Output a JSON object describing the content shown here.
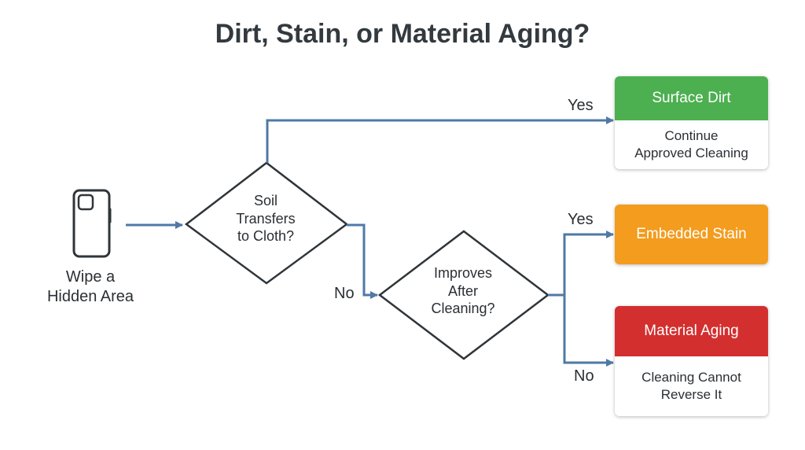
{
  "title": "Dirt, Stain, or Material Aging?",
  "start": {
    "icon": "phone-icon",
    "label_line1": "Wipe a",
    "label_line2": "Hidden Area"
  },
  "decision1": {
    "line1": "Soil",
    "line2": "Transfers",
    "line3": "to Cloth?"
  },
  "decision2": {
    "line1": "Improves",
    "line2": "After",
    "line3": "Cleaning?"
  },
  "edges": {
    "d1_yes": "Yes",
    "d1_no": "No",
    "d2_yes": "Yes",
    "d2_no": "No"
  },
  "outcomes": [
    {
      "title": "Surface Dirt",
      "detail_line1": "Continue",
      "detail_line2": "Approved Cleaning",
      "color": "#4caf50"
    },
    {
      "title": "Embedded Stain",
      "color": "#f39c1e"
    },
    {
      "title": "Material Aging",
      "detail_line1": "Cleaning Cannot",
      "detail_line2": "Reverse It",
      "color": "#d32f2f"
    }
  ],
  "colors": {
    "connector": "#4f79a6",
    "outline": "#2f3539",
    "text": "#2b2f33"
  }
}
